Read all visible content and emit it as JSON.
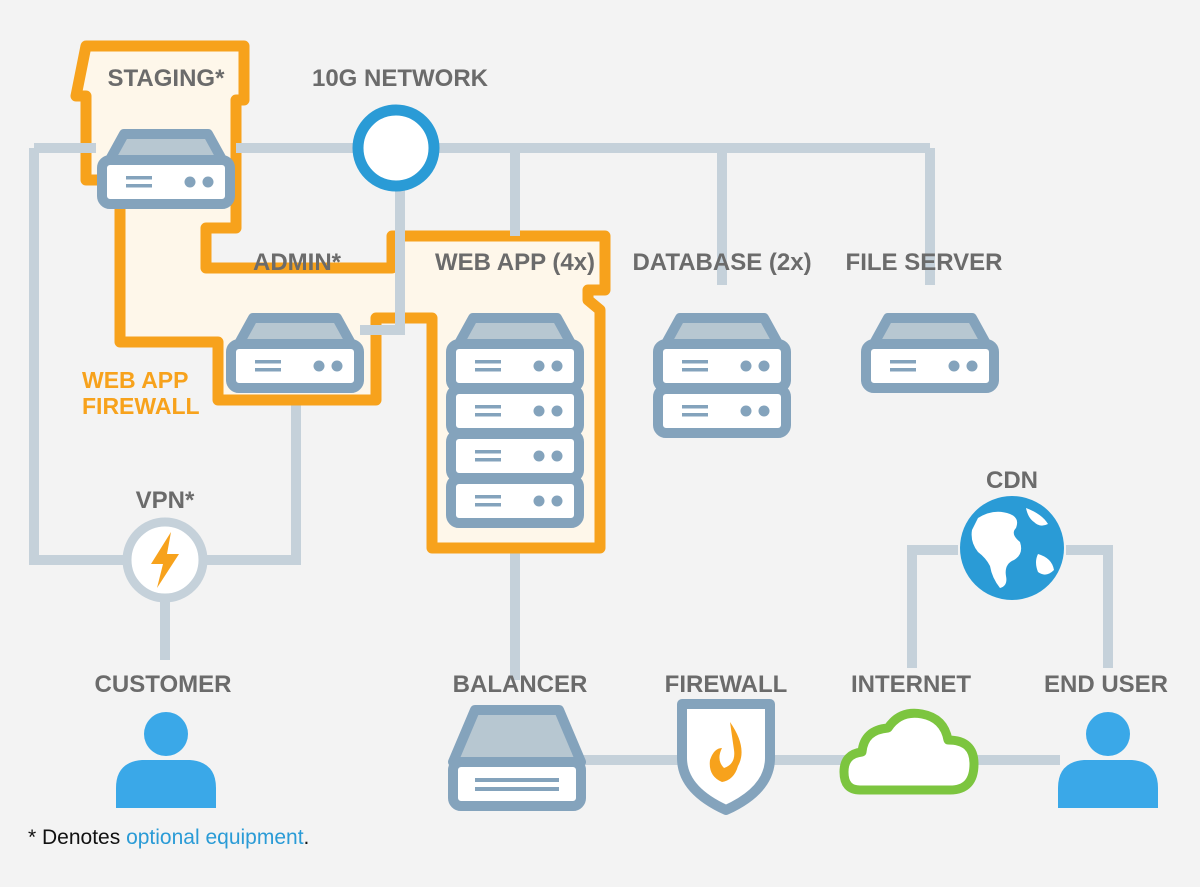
{
  "labels": {
    "staging": "STAGING*",
    "network": "10G NETWORK",
    "admin": "ADMIN*",
    "webapp": "WEB APP (4x)",
    "database": "DATABASE (2x)",
    "fileserver": "FILE SERVER",
    "waf_line1": "WEB APP",
    "waf_line2": "FIREWALL",
    "vpn": "VPN*",
    "cdn": "CDN",
    "customer": "CUSTOMER",
    "balancer": "BALANCER",
    "firewall": "FIREWALL",
    "internet": "INTERNET",
    "enduser": "END USER"
  },
  "footnote": {
    "prefix": "* Denotes ",
    "link": "optional equipment",
    "suffix": "."
  },
  "colors": {
    "background": "#f3f3f3",
    "connector": "#c5d1da",
    "server_outline": "#84a3bc",
    "server_top": "#b7c7d1",
    "server_body": "#ffffff",
    "waf_orange": "#f7a21c",
    "network_blue": "#2a9bd6",
    "user_blue": "#3aa8e8",
    "cloud_green": "#7cc53f",
    "label_gray": "#6b6b6b"
  },
  "icons": {
    "network": "circle-hub-icon",
    "vpn": "lightning-bolt-icon",
    "cdn": "globe-icon",
    "firewall": "shield-flame-icon",
    "internet": "cloud-icon",
    "user": "person-icon",
    "server": "server-icon"
  }
}
